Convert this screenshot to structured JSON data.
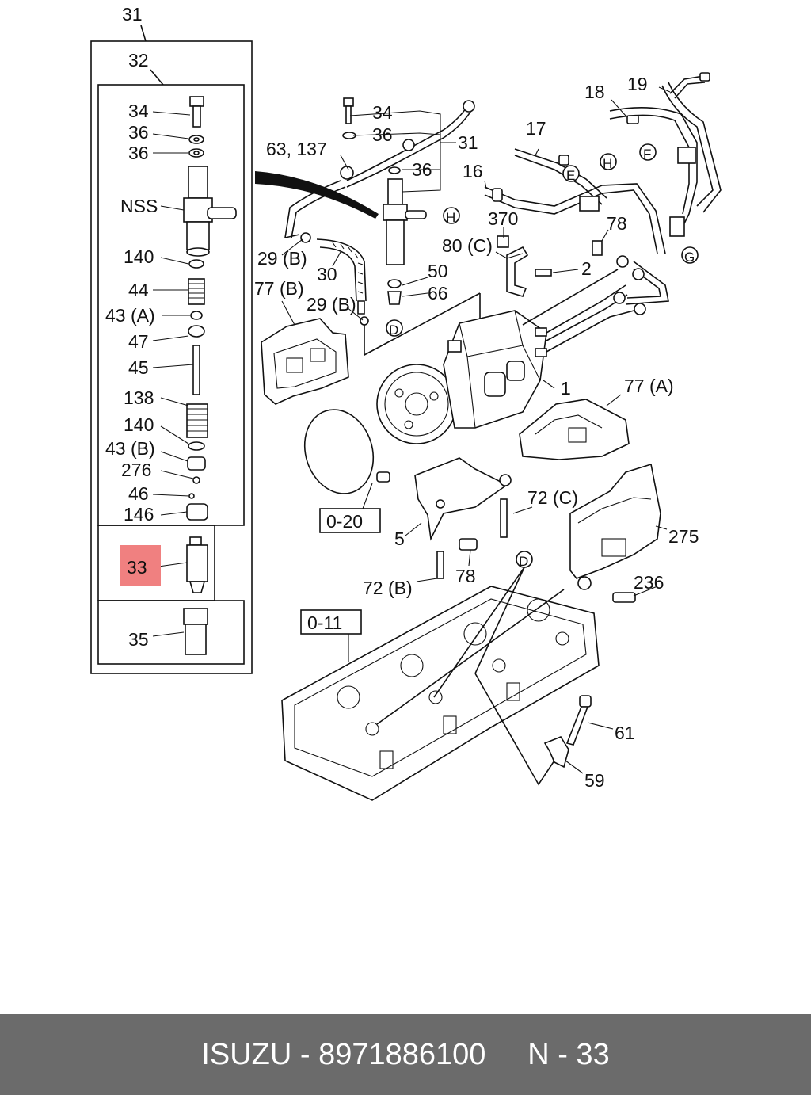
{
  "diagram": {
    "callouts": {
      "c31_top": "31",
      "c32": "32",
      "c34_l": "34",
      "c36_l1": "36",
      "c36_l2": "36",
      "nss": "NSS",
      "c140_l1": "140",
      "c44": "44",
      "c43a": "43 (A)",
      "c47": "47",
      "c45": "45",
      "c138": "138",
      "c140_l2": "140",
      "c43b": "43 (B)",
      "c276": "276",
      "c46": "46",
      "c146": "146",
      "c33": "33",
      "c35": "35",
      "c34_r": "34",
      "c36_r1": "36",
      "c36_r2": "36",
      "c31_r": "31",
      "c63_137": "63, 137",
      "c29b_1": "29 (B)",
      "c30": "30",
      "c29b_2": "29 (B)",
      "c77b": "77 (B)",
      "c50": "50",
      "c66": "66",
      "c80c": "80 (C)",
      "c370": "370",
      "c16": "16",
      "c17": "17",
      "c18": "18",
      "c19": "19",
      "c78_top": "78",
      "c2": "2",
      "c1": "1",
      "c77a": "77 (A)",
      "c0_20": "0-20",
      "c5": "5",
      "c72c": "72 (C)",
      "c72b": "72 (B)",
      "c78_bot": "78",
      "c275": "275",
      "c236": "236",
      "c0_11": "0-11",
      "c61": "61",
      "c59": "59"
    },
    "markers": {
      "h1": "H",
      "h2": "H",
      "e": "E",
      "f": "F",
      "g": "G",
      "d1": "D",
      "d2": "D"
    },
    "highlight_color": "#f08080"
  },
  "footer": {
    "brand": "ISUZU",
    "sep": " - ",
    "part_number": "8971886100",
    "ref": "N - 33"
  }
}
